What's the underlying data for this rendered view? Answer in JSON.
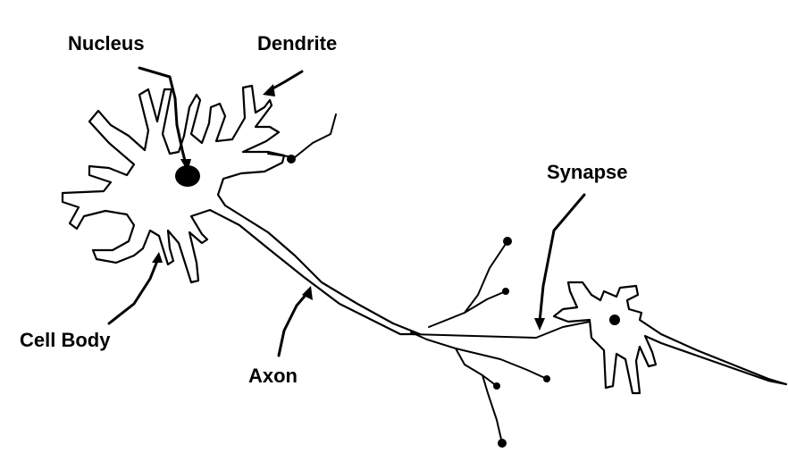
{
  "labels": {
    "nucleus": "Nucleus",
    "dendrite": "Dendrite",
    "synapse": "Synapse",
    "cell_body": "Cell Body",
    "axon": "Axon"
  },
  "colors": {
    "ink": "#000000",
    "background": "#ffffff"
  }
}
